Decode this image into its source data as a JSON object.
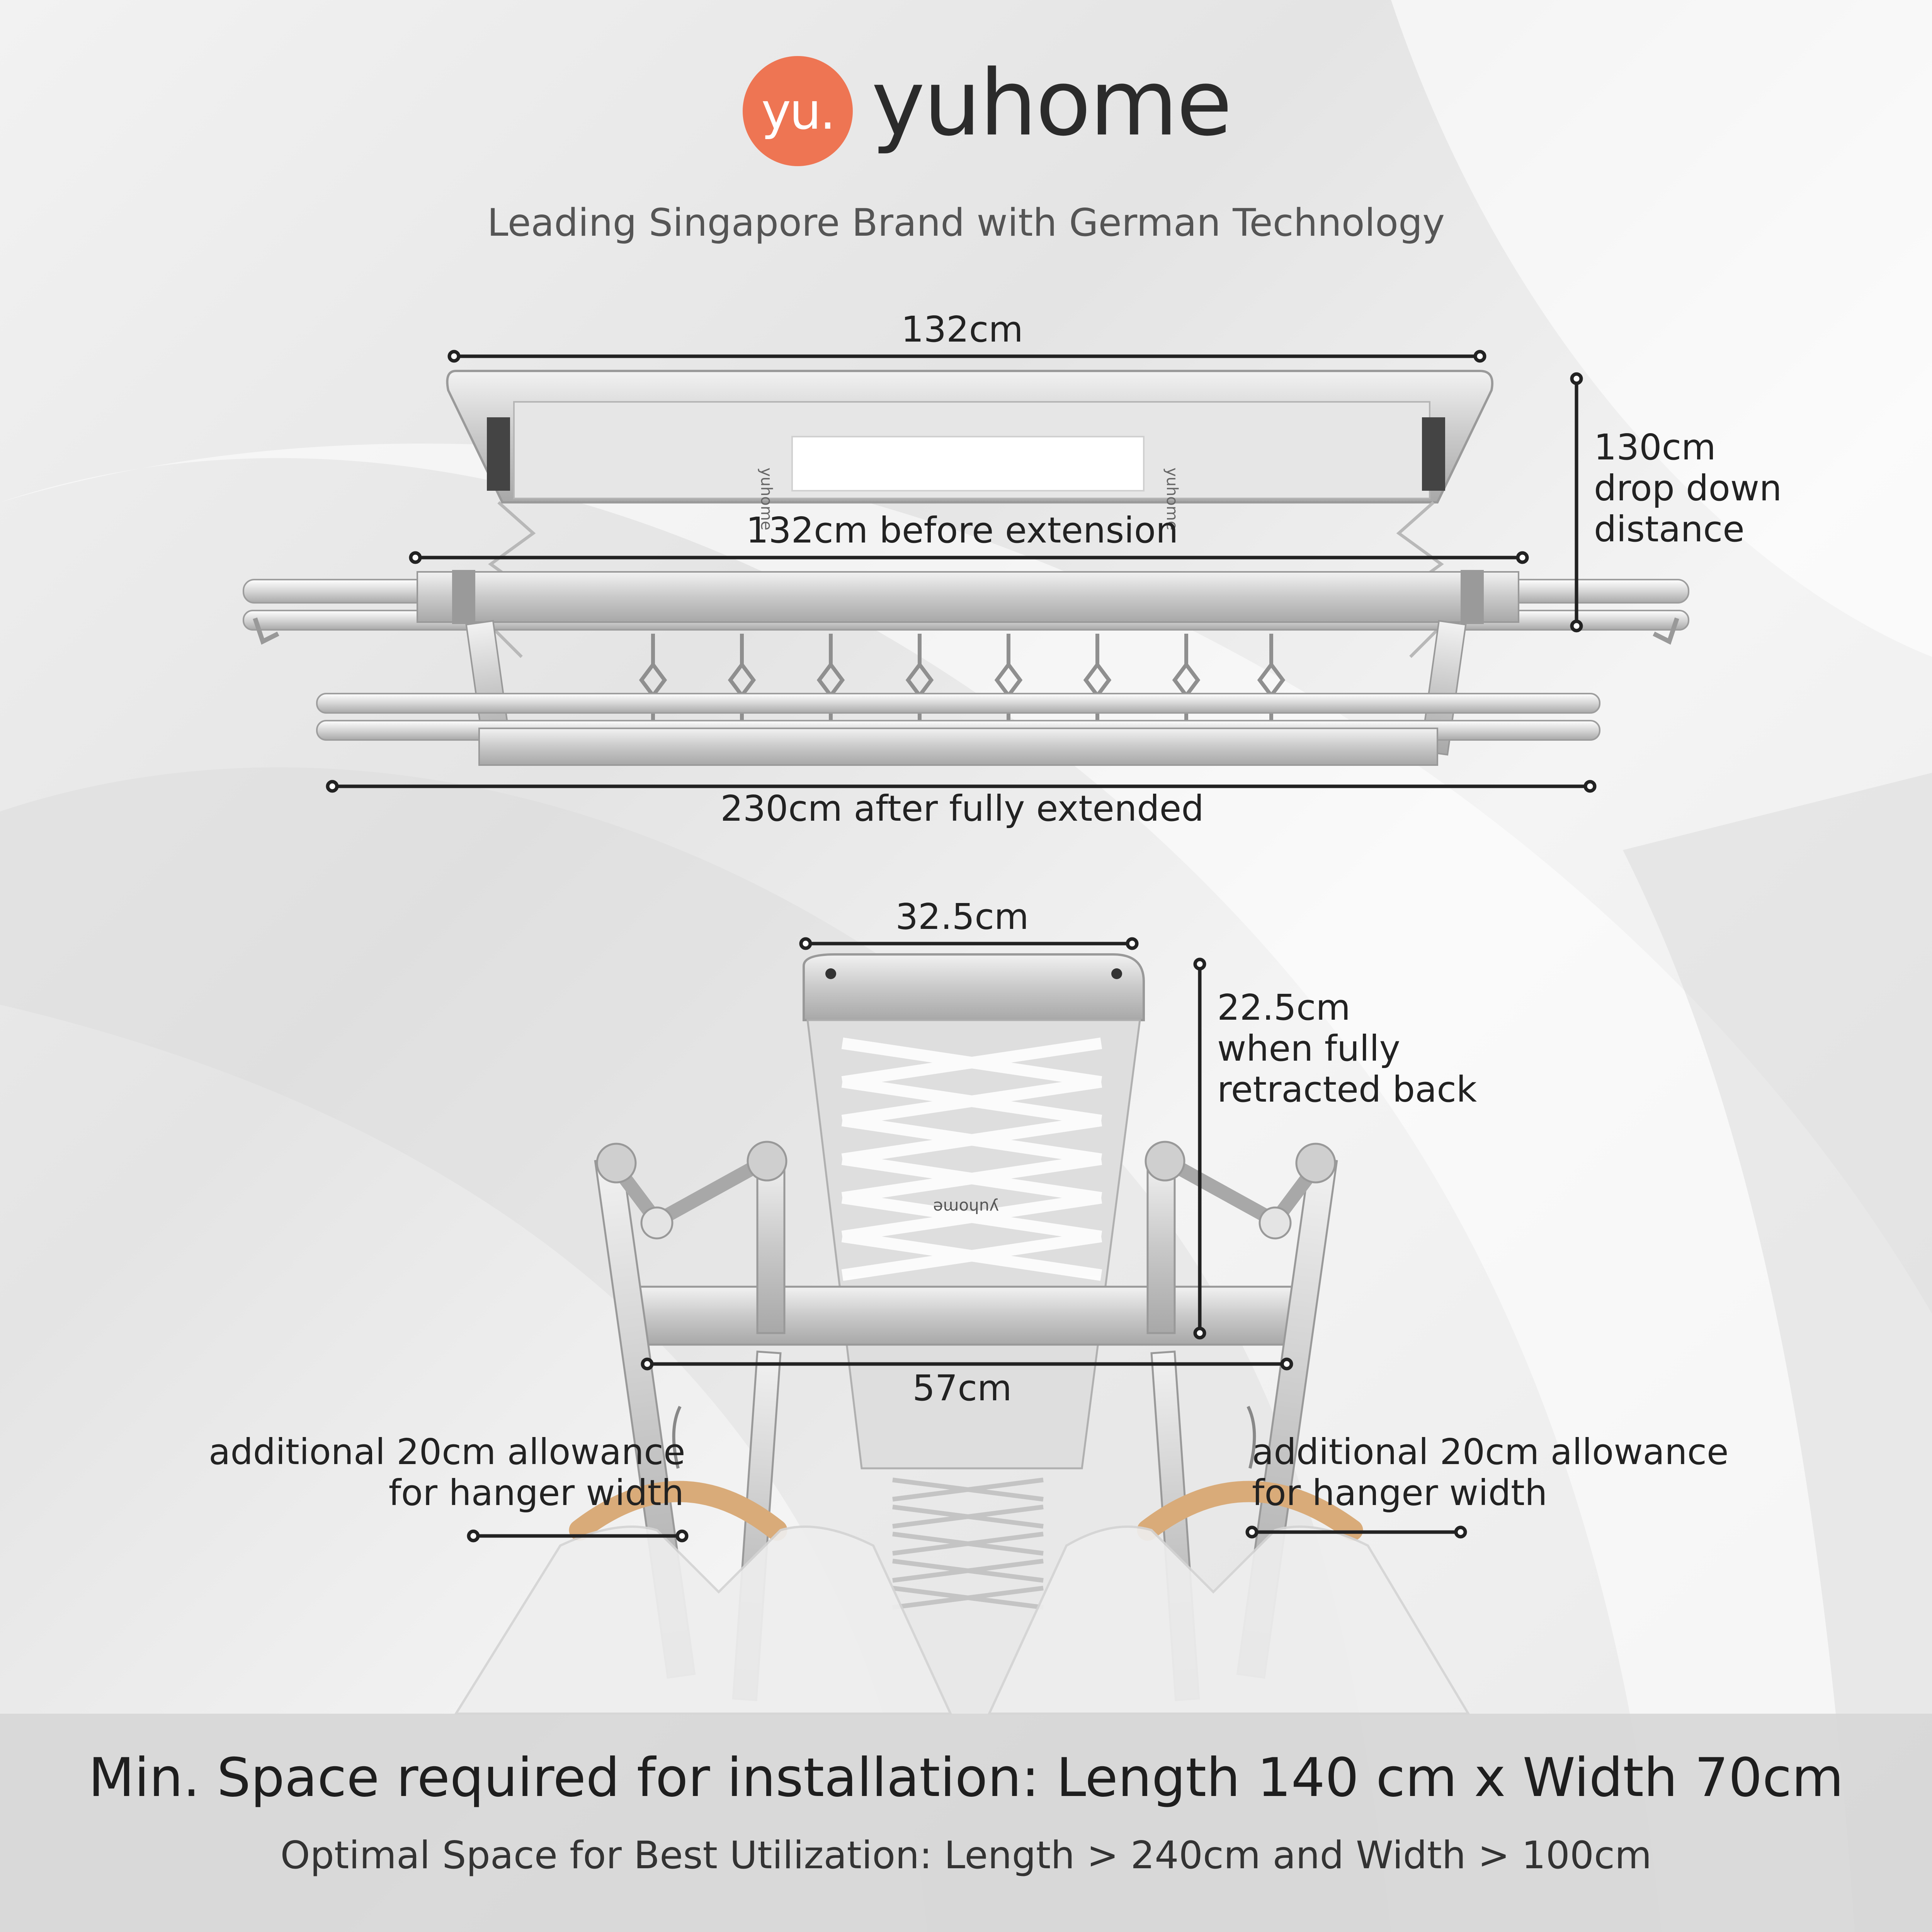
{
  "brand": {
    "logo_mark": "yu.",
    "name": "yuhome",
    "tagline": "Leading Singapore Brand with German Technology",
    "accent_color": "#ee7553",
    "product_mark": "yuhome"
  },
  "top_view": {
    "width_label": "132cm",
    "before_extension_label": "132cm before extension",
    "after_extended_label": "230cm after fully extended",
    "drop_down_lines": [
      "130cm",
      "drop down",
      "distance"
    ]
  },
  "side_view": {
    "top_width_label": "32.5cm",
    "retracted_lines": [
      "22.5cm",
      "when fully",
      "retracted back"
    ],
    "bar_width_label": "57cm",
    "left_allowance_lines": [
      "additional 20cm allowance",
      "for hanger width"
    ],
    "right_allowance_lines": [
      "additional 20cm allowance",
      "for hanger width"
    ]
  },
  "footer": {
    "min_space": "Min. Space required for installation: Length 140 cm x Width 70cm",
    "optimal_space": "Optimal Space for Best Utilization: Length > 240cm and Width > 100cm"
  }
}
